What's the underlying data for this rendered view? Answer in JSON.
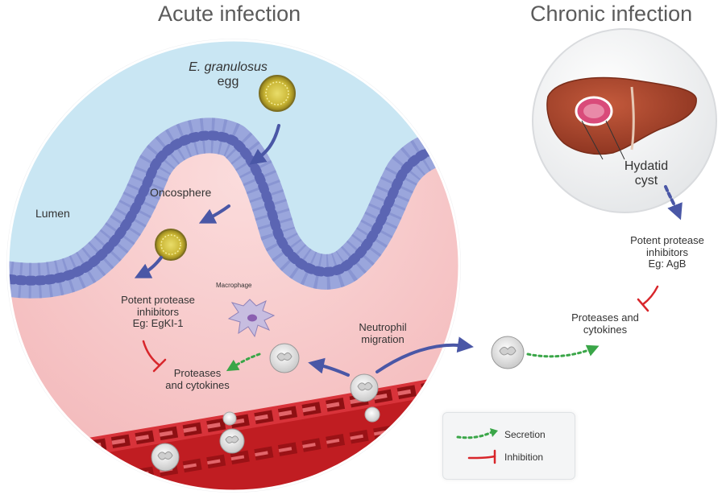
{
  "titles": {
    "acute": "Acute infection",
    "chronic": "Chronic infection"
  },
  "acute": {
    "egg_species": "E. granulosus",
    "egg_word": "egg",
    "lumen": "Lumen",
    "oncosphere": "Oncosphere",
    "macrophage": "Macrophage",
    "inhibitors_line1": "Potent protease",
    "inhibitors_line2": "inhibitors",
    "inhibitors_line3": "Eg: EgKI-1",
    "proteases_line1": "Proteases",
    "proteases_line2": "and cytokines",
    "neutrophil_line1": "Neutrophil",
    "neutrophil_line2": "migration"
  },
  "chronic": {
    "cyst_line1": "Hydatid",
    "cyst_line2": "cyst",
    "inhibitors_line1": "Potent protease",
    "inhibitors_line2": "inhibitors",
    "inhibitors_line3": "Eg: AgB",
    "proteases_line1": "Proteases and",
    "proteases_line2": "cytokines"
  },
  "legend": {
    "secretion": "Secretion",
    "inhibition": "Inhibition"
  },
  "colors": {
    "lumen": "#c9e6f3",
    "tissue": "#f6c7c7",
    "epithelium": "#9aa6dc",
    "nucleus": "#5b65b3",
    "arrow": "#4a57a6",
    "secretion": "#3aa648",
    "inhibition": "#d8262b",
    "liver": "#a8452b",
    "vessel": "#b4161b"
  }
}
